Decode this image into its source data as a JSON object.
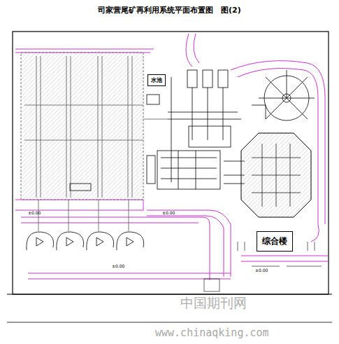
{
  "diagram": {
    "title": "司家营尾矿再利用系统平面布置图　图(2)",
    "nodes": [
      {
        "text": [
          "水池"
        ]
      },
      {
        "text": [
          "综合楼"
        ]
      }
    ],
    "labels": [
      "±0.00",
      "±0.00",
      "±0.00",
      "±0.00",
      "中国期刊网",
      "www.chinaqking.com"
    ]
  }
}
